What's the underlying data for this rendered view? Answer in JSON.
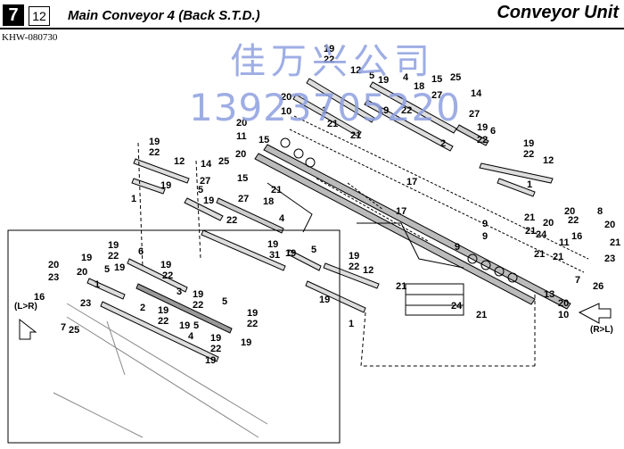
{
  "header": {
    "page_number": "7",
    "section_number": "12",
    "title": "Main Conveyor 4 (Back S.T.D.)",
    "unit": "Conveyor Unit",
    "doc_id": "KHW-080730"
  },
  "watermark": {
    "line1": "佳万兴公司",
    "line2": "13923705220"
  },
  "directions": {
    "left": "(L>R)",
    "right": "(R>L)"
  },
  "callouts": {
    "c1": "19",
    "c2": "22",
    "c3": "12",
    "c4": "5",
    "c5": "19",
    "c6": "4",
    "c7": "18",
    "c8": "15",
    "c9": "25",
    "c10": "27",
    "c11": "14",
    "c12": "27",
    "c13": "20",
    "c14": "10",
    "c15": "1",
    "c16": "21",
    "c17": "19",
    "c18": "22",
    "c19": "20",
    "c20": "11",
    "c21": "15",
    "c22": "21",
    "c23": "2",
    "c24": "19",
    "c25": "22",
    "c26": "6",
    "c27": "19",
    "c28": "22",
    "c29": "12",
    "c30": "19",
    "c31": "22",
    "c32": "12",
    "c33": "19",
    "c34": "1",
    "c35": "14",
    "c36": "25",
    "c37": "20",
    "c38": "27",
    "c39": "15",
    "c40": "5",
    "c41": "19",
    "c42": "27",
    "c43": "21",
    "c44": "18",
    "c45": "22",
    "c46": "4",
    "c47": "1",
    "c48": "17",
    "c49": "17",
    "c50": "21",
    "c51": "19",
    "c52": "1",
    "c53": "19",
    "c54": "3",
    "c55": "5",
    "c56": "19",
    "c57": "22",
    "c58": "12",
    "c59": "19",
    "c60": "1",
    "c61": "9",
    "c62": "9",
    "c63": "8",
    "c64": "20",
    "c65": "21",
    "c66": "22",
    "c67": "20",
    "c68": "24",
    "c69": "11",
    "c70": "16",
    "c71": "20",
    "c72": "21",
    "c73": "21",
    "c74": "7",
    "c75": "23",
    "c76": "26",
    "c77": "21",
    "c78": "9",
    "c79": "13",
    "c80": "20",
    "c81": "10",
    "c82": "24",
    "c83": "21",
    "c84": "21",
    "i1": "19",
    "i2": "22",
    "i3": "6",
    "i4": "19",
    "i5": "19",
    "i6": "22",
    "i7": "20",
    "i8": "19",
    "i9": "5",
    "i10": "1",
    "i11": "23",
    "i12": "20",
    "i13": "16",
    "i14": "23",
    "i15": "7",
    "i16": "25",
    "i17": "3",
    "i18": "19",
    "i19": "22",
    "i20": "5",
    "i21": "2",
    "i22": "19",
    "i23": "22",
    "i24": "19",
    "i25": "22",
    "i26": "19",
    "i27": "5",
    "i28": "4",
    "i29": "19",
    "i30": "22",
    "i31": "19",
    "i32": "19"
  }
}
